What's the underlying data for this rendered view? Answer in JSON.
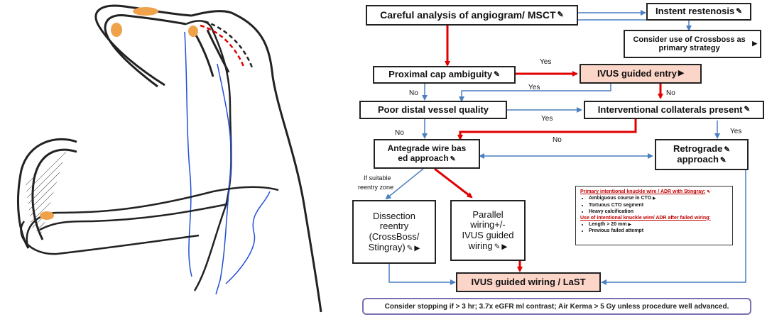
{
  "boxes": {
    "careful": "Careful analysis of angiogram/ MSCT",
    "instent": "Instent restenosis",
    "crossboss": "Consider use of Crossboss as primary strategy",
    "proximal": "Proximal cap ambiguity",
    "ivus_entry": "IVUS guided entry",
    "poor": "Poor distal vessel quality",
    "interventional": "Interventional collaterals present",
    "antegrade_l1": "Antegrade wire bas",
    "antegrade_l2": "ed approach",
    "retrograde_l1": "Retrograde",
    "retrograde_l2": "approach",
    "dissection_l1": "Dissection",
    "dissection_l2": "reentry",
    "dissection_l3": "(CrossBoss/",
    "dissection_l4": "Stingray)",
    "parallel_l1": "Parallel",
    "parallel_l2": "wiring+/-",
    "parallel_l3": "IVUS guided",
    "parallel_l4": "wiring",
    "ivus_wiring": "IVUS guided wiring / LaST"
  },
  "labels": {
    "yes": "Yes",
    "no": "No",
    "suitable_l1": "If suitable",
    "suitable_l2": "reentry zone"
  },
  "knuckle": {
    "title1": "Primary intentional knuckle wire / ADR with Stingray:",
    "items1": [
      "Ambiguous course in CTO",
      "Tortuous CTO segment",
      "Heavy calcification"
    ],
    "title2": "Use of intentional knuckle wire/ ADR after failed wiring:",
    "items2": [
      "Length > 20 mm",
      "Previous failed attempt"
    ]
  },
  "note": "Consider stopping if > 3 hr; 3.7x eGFR ml contrast; Air Kerma > 5 Gy unless procedure well advanced.",
  "icons": [
    "video-camera-icon",
    "edit-note-icon"
  ],
  "colors": {
    "red_arrow": "#e00000",
    "blue_arrow": "#4a7fc1",
    "pink_fill": "#fbd5c8",
    "orange_lesion": "#f0a24a",
    "vessel_line": "#1f4fd6"
  }
}
